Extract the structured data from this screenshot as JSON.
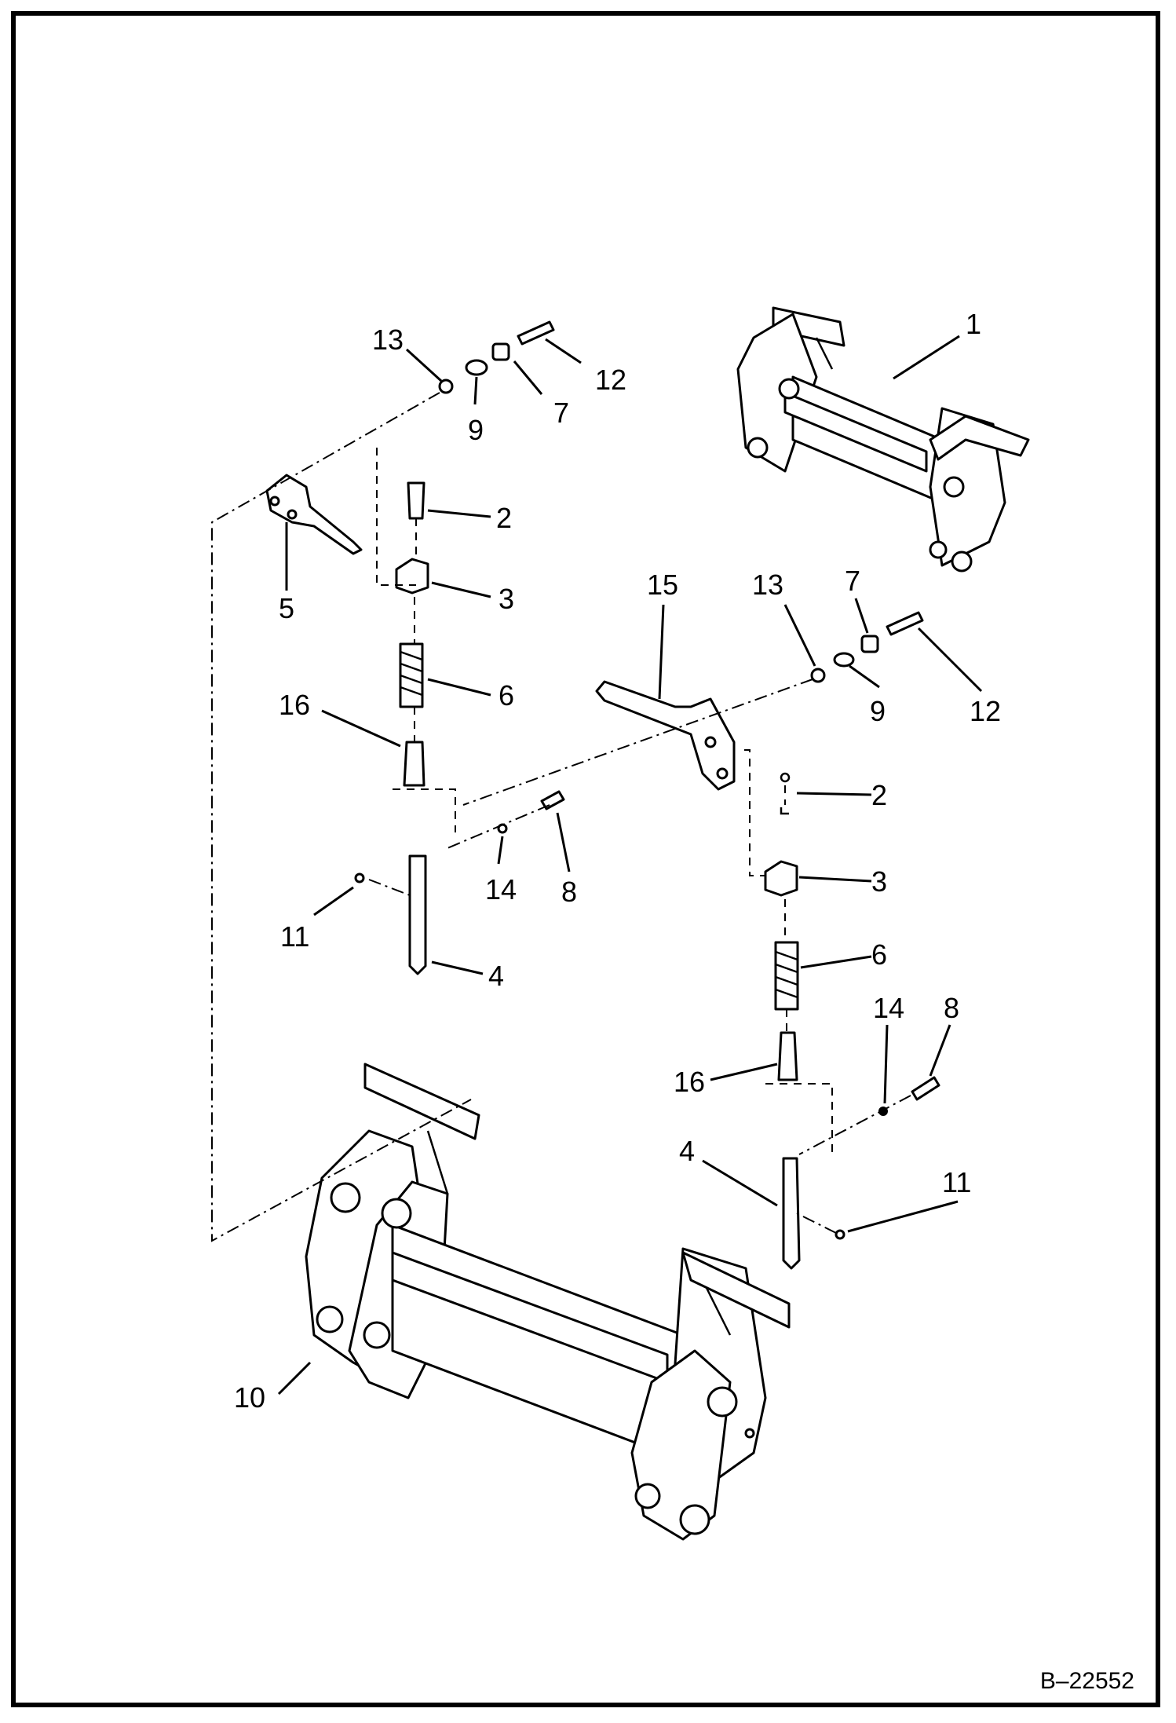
{
  "drawing": {
    "reference": "B–22552",
    "callouts": [
      "1",
      "2",
      "3",
      "4",
      "5",
      "6",
      "7",
      "8",
      "9",
      "10",
      "11",
      "12",
      "13",
      "14",
      "15",
      "16"
    ]
  }
}
